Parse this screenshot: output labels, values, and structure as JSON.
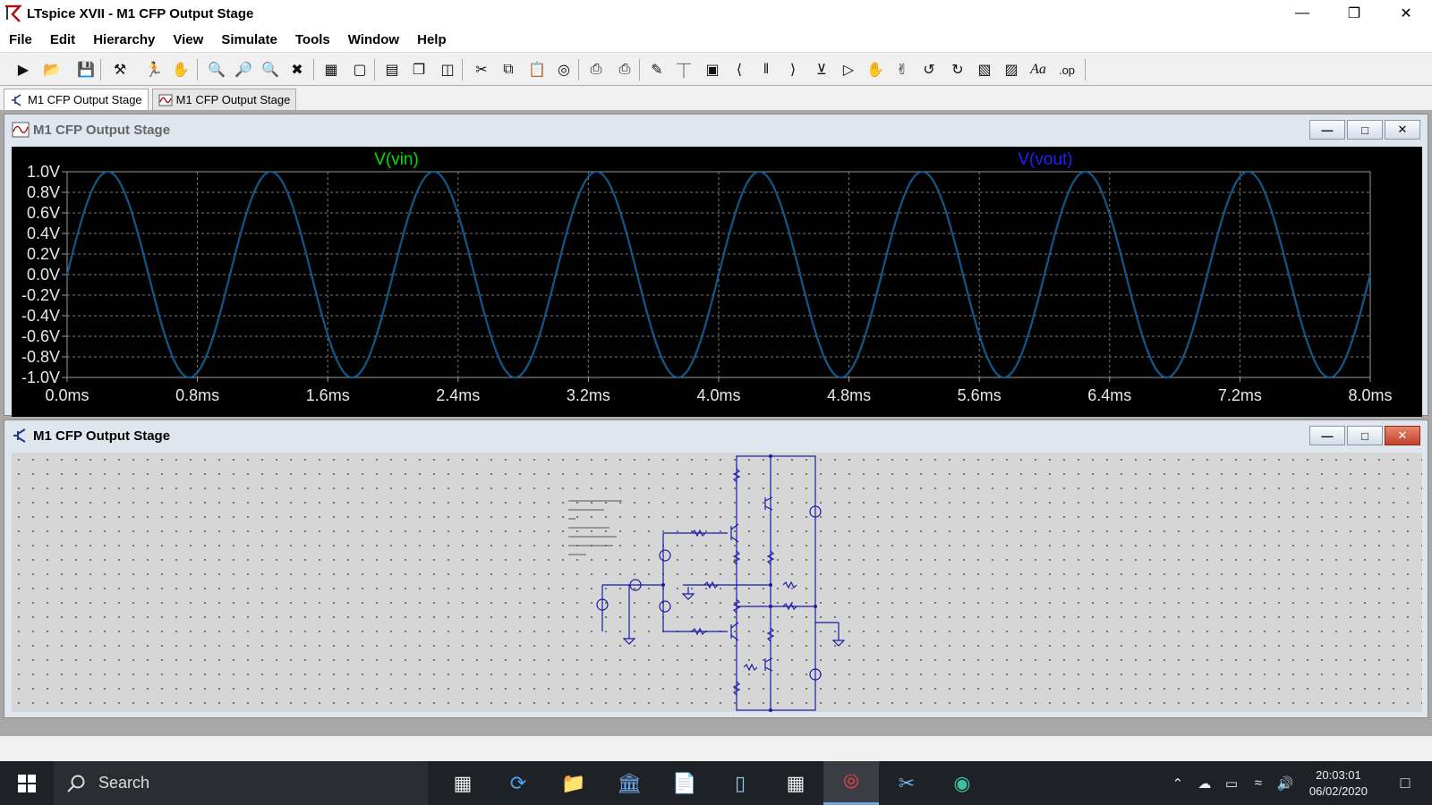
{
  "window": {
    "title": "LTspice XVII - M1 CFP Output Stage"
  },
  "menu": [
    "File",
    "Edit",
    "Hierarchy",
    "View",
    "Simulate",
    "Tools",
    "Window",
    "Help"
  ],
  "toolbar": {
    "text_tool_label": "Aa",
    "op_tool_label": ".op"
  },
  "tabs": [
    {
      "label": "M1 CFP Output Stage",
      "active": true
    },
    {
      "label": "M1 CFP Output Stage",
      "active": false
    }
  ],
  "waveform_window": {
    "title": "M1 CFP Output Stage",
    "traces": [
      {
        "name": "V(vin)",
        "color": "#00e000"
      },
      {
        "name": "V(vout)",
        "color": "#2020ff"
      }
    ]
  },
  "schematic_window": {
    "title": "M1 CFP Output Stage"
  },
  "chart_data": {
    "type": "line",
    "x_unit": "ms",
    "y_unit": "V",
    "xlim": [
      0,
      8.0
    ],
    "ylim": [
      -1.0,
      1.0
    ],
    "x_ticks": [
      "0.0ms",
      "0.8ms",
      "1.6ms",
      "2.4ms",
      "3.2ms",
      "4.0ms",
      "4.8ms",
      "5.6ms",
      "6.4ms",
      "7.2ms",
      "8.0ms"
    ],
    "y_ticks": [
      "1.0V",
      "0.8V",
      "0.6V",
      "0.4V",
      "0.2V",
      "0.0V",
      "-0.2V",
      "-0.4V",
      "-0.6V",
      "-0.8V",
      "-1.0V"
    ],
    "grid": true,
    "series": [
      {
        "name": "V(vin)",
        "amplitude": 1.0,
        "frequency_khz": 1.0,
        "color": "#00e000"
      },
      {
        "name": "V(vout)",
        "amplitude": 1.0,
        "frequency_khz": 1.0,
        "color": "#2020ff"
      }
    ]
  },
  "taskbar": {
    "search_placeholder": "Search",
    "time": "20:03:01",
    "date": "06/02/2020"
  }
}
